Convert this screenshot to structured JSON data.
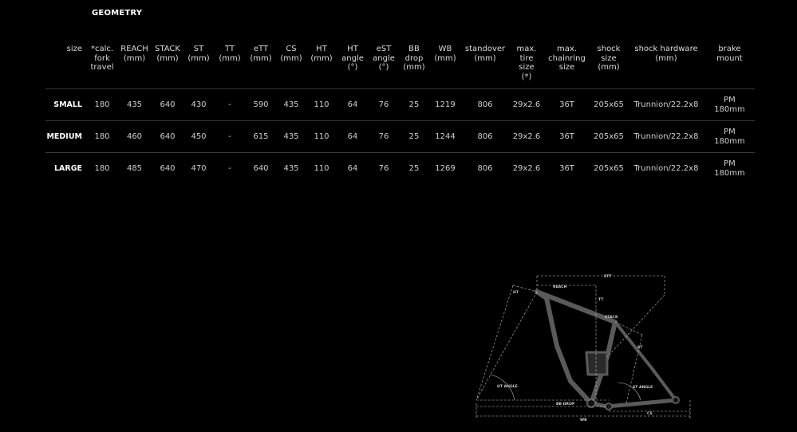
{
  "title": "GEOMETRY",
  "headers": [
    "size",
    "*calc.\nfork\ntravel",
    "REACH\n(mm)",
    "STACK\n(mm)",
    "ST\n(mm)",
    "TT\n(mm)",
    "eTT\n(mm)",
    "CS\n(mm)",
    "HT\n(mm)",
    "HT\nangle\n(°)",
    "eST\nangle\n(°)",
    "BB\ndrop\n(mm)",
    "WB\n(mm)",
    "standover\n(mm)",
    "max.\ntire\nsize\n(*)",
    "max.\nchainring\nsize",
    "shock\nsize\n(mm)",
    "shock hardware\n(mm)",
    "brake\nmount"
  ],
  "rows": [
    [
      "SMALL",
      "180",
      "435",
      "640",
      "430",
      "-",
      "590",
      "435",
      "110",
      "64",
      "76",
      "25",
      "1219",
      "806",
      "29x2.6",
      "36T",
      "205x65",
      "Trunnion/22.2x8",
      "PM\n180mm"
    ],
    [
      "MEDIUM",
      "180",
      "460",
      "640",
      "450",
      "-",
      "615",
      "435",
      "110",
      "64",
      "76",
      "25",
      "1244",
      "806",
      "29x2.6",
      "36T",
      "205x65",
      "Trunnion/22.2x8",
      "PM\n180mm"
    ],
    [
      "LARGE",
      "180",
      "485",
      "640",
      "470",
      "-",
      "640",
      "435",
      "110",
      "64",
      "76",
      "25",
      "1269",
      "806",
      "29x2.6",
      "36T",
      "205x65",
      "Trunnion/22.2x8",
      "PM\n180mm"
    ]
  ],
  "diagram_labels": {
    "ett": "ETT",
    "reach": "REACH",
    "tt": "TT",
    "ht": "HT",
    "stack": "STACK",
    "st": "ST",
    "ht_angle": "HT ANGLE",
    "st_angle": "ST ANGLE",
    "bb_drop": "BB DROP",
    "cs": "CS",
    "wb": "WB"
  },
  "colors": {
    "background": "#000000",
    "text": "#d9d9d9",
    "divider": "#3a3a3a",
    "diagram_lines": "#bdbdbd",
    "frame": "#5a5a5a"
  }
}
